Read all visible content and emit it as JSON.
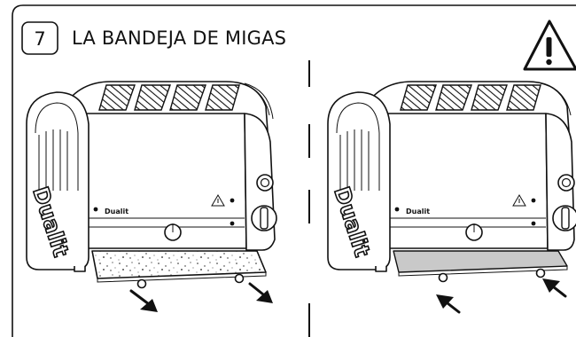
{
  "header": {
    "step_number": "7",
    "title": "LA BANDEJA DE MIGAS"
  },
  "illustrations": [
    {
      "brand_side": "Dualit",
      "brand_front": "Dualit",
      "tray_state": "removing-with-crumbs",
      "arrow_direction": "out"
    },
    {
      "brand_side": "Dualit",
      "brand_front": "Dualit",
      "tray_state": "inserting-clean",
      "arrow_direction": "in"
    }
  ],
  "icons": {
    "warning": "warning-triangle-icon",
    "caution_label": "warning-triangle-icon"
  },
  "colors": {
    "line": "#111111",
    "tray_clean": "#c9c9c9"
  }
}
